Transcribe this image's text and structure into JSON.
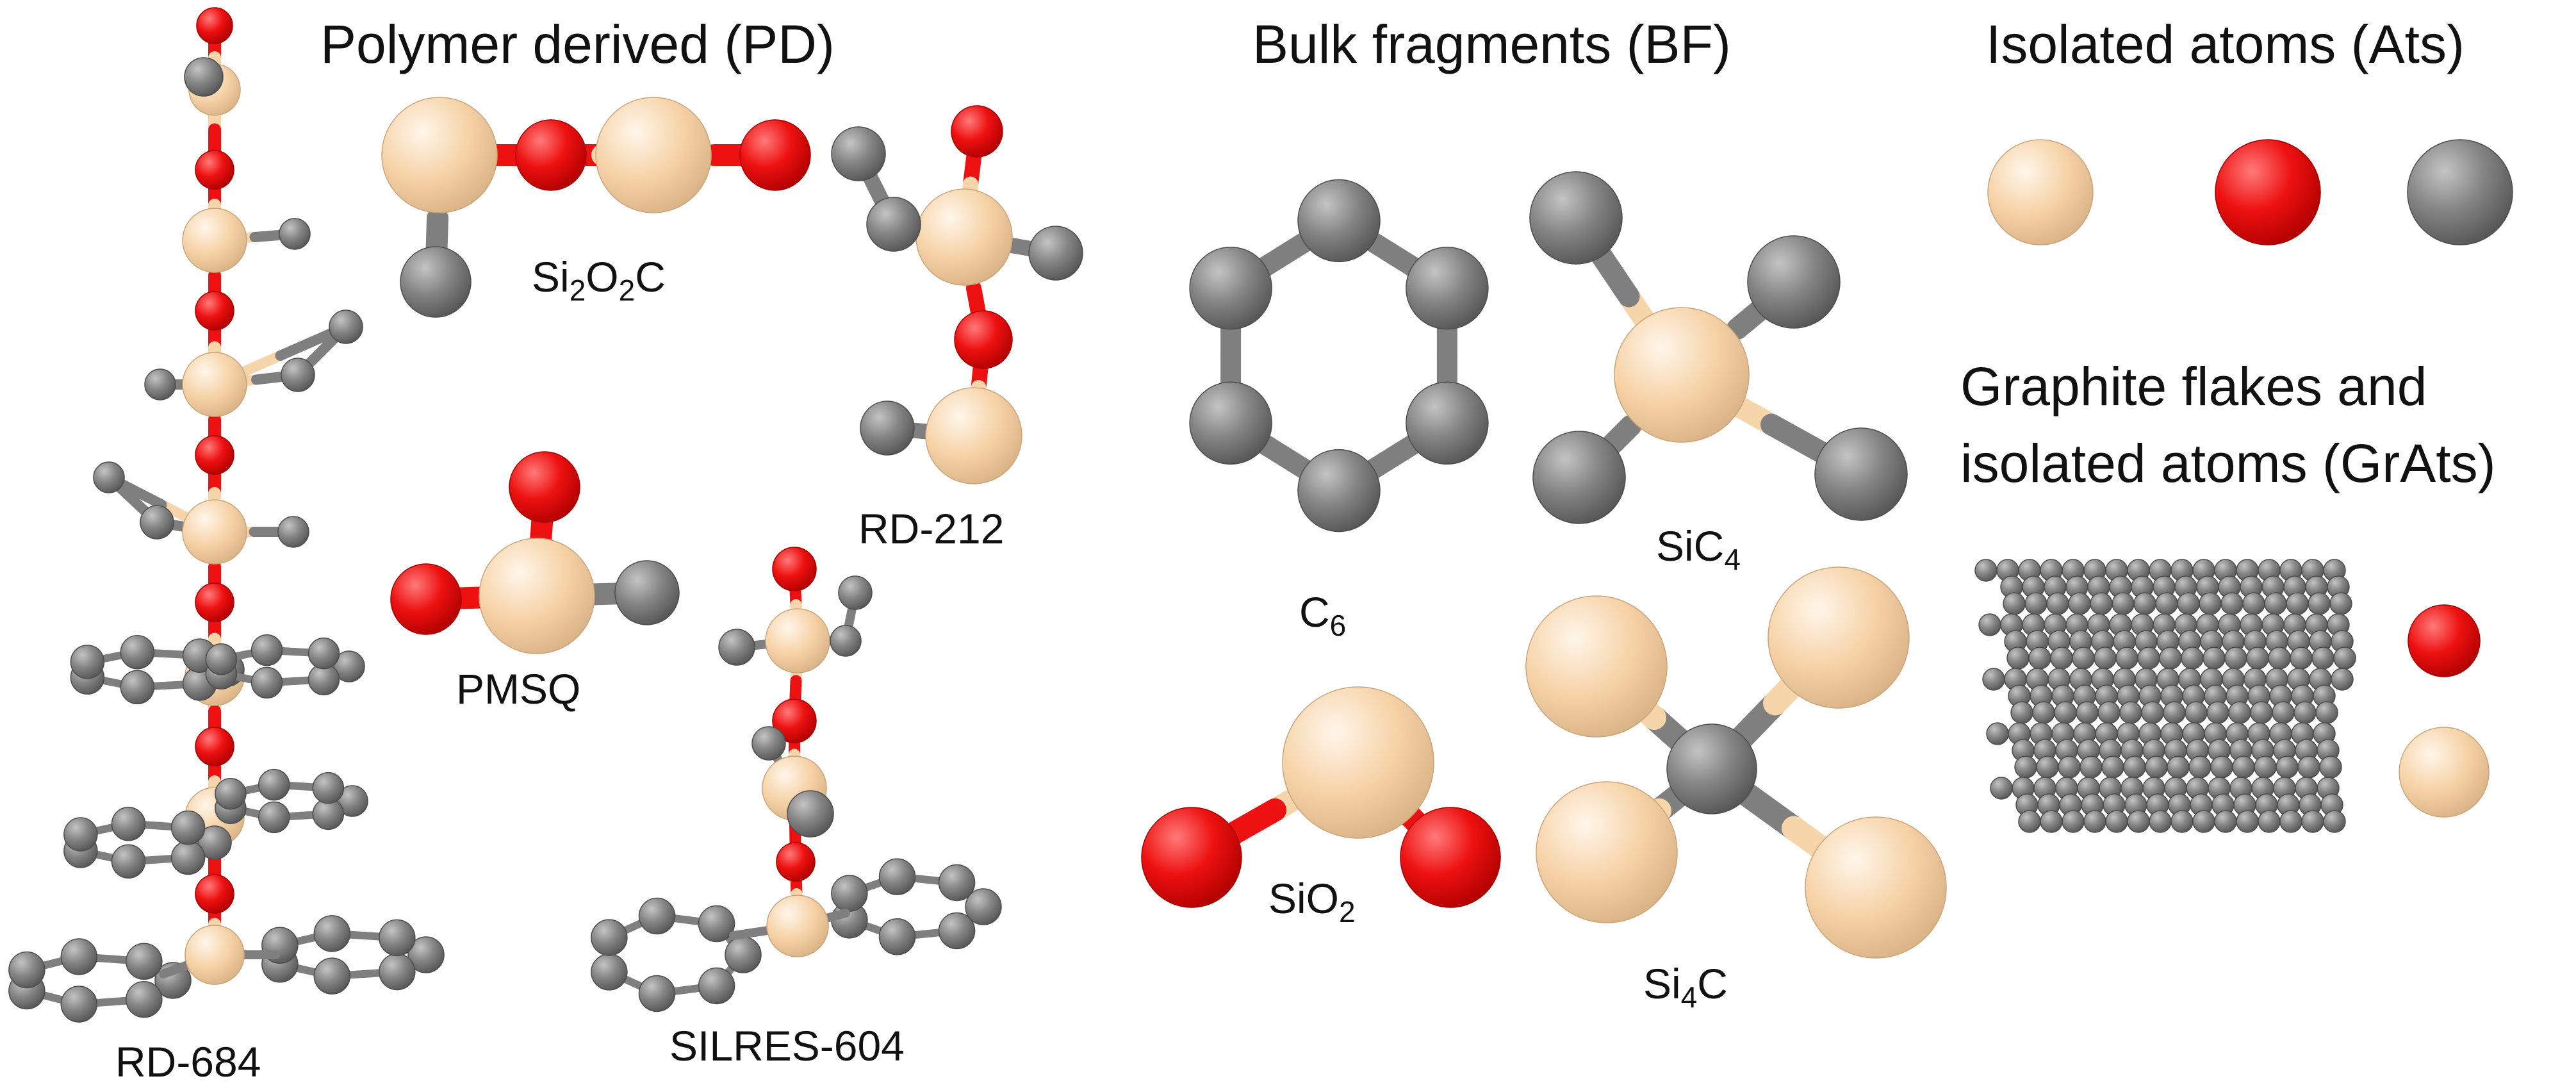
{
  "sections": {
    "pd": "Polymer derived (PD)",
    "bf": "Bulk fragments (BF)",
    "ats": "Isolated atoms (Ats)",
    "grats_line1": "Graphite flakes and",
    "grats_line2": "isolated atoms (GrAts)"
  },
  "labels": {
    "rd684": "RD-684",
    "si2o2c": {
      "p1": "Si",
      "s1": "2",
      "p2": "O",
      "s2": "2",
      "p3": "C"
    },
    "pmsq": "PMSQ",
    "rd212": "RD-212",
    "silres604": "SILRES-604",
    "c6": {
      "p1": "C",
      "s1": "6"
    },
    "sic4": {
      "p1": "SiC",
      "s1": "4"
    },
    "sio2": {
      "p1": "SiO",
      "s1": "2"
    },
    "si4c": {
      "p1": "Si",
      "s1": "4",
      "p2": "C"
    }
  },
  "colors": {
    "si": "#f7d5ab",
    "o": "#ee1111",
    "c": "#7f7f7f",
    "background": "#ffffff"
  }
}
